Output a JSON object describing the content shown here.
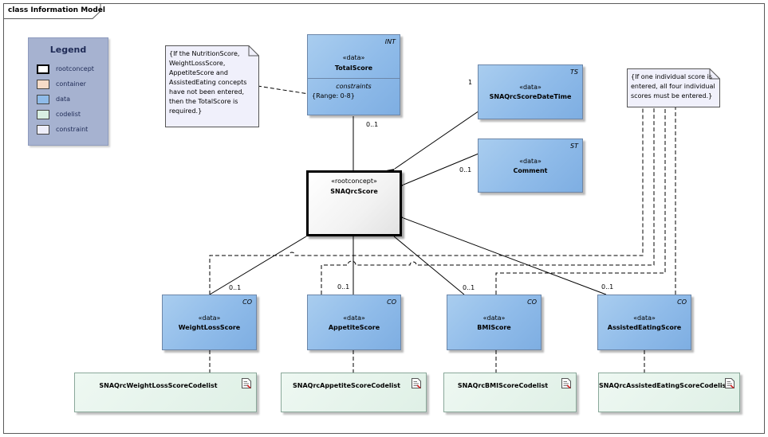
{
  "frame": {
    "title": "class Information Model"
  },
  "legend": {
    "title": "Legend",
    "items": [
      {
        "label": "rootconcept",
        "color": "#ffffff",
        "border": "#000000"
      },
      {
        "label": "container",
        "color": "#f6dcc8",
        "border": "#555555"
      },
      {
        "label": "data",
        "color": "#8fbbe9",
        "border": "#555555"
      },
      {
        "label": "codelist",
        "color": "#d9efe2",
        "border": "#555555"
      },
      {
        "label": "constraint",
        "color": "#eeeefa",
        "border": "#555555"
      }
    ]
  },
  "root": {
    "stereotype": "«rootconcept»",
    "name": "SNAQrcScore"
  },
  "classes": {
    "total": {
      "stereotype": "«data»",
      "name": "TotalScore",
      "tag": "INT",
      "constraints_label": "constraints",
      "constraint": "{Range: 0-8}"
    },
    "datetime": {
      "stereotype": "«data»",
      "name": "SNAQrcScoreDateTime",
      "tag": "TS"
    },
    "comment": {
      "stereotype": "«data»",
      "name": "Comment",
      "tag": "ST"
    },
    "weight": {
      "stereotype": "«data»",
      "name": "WeightLossScore",
      "tag": "CO"
    },
    "appetite": {
      "stereotype": "«data»",
      "name": "AppetiteScore",
      "tag": "CO"
    },
    "bmi": {
      "stereotype": "«data»",
      "name": "BMIScore",
      "tag": "CO"
    },
    "assisted": {
      "stereotype": "«data»",
      "name": "AssistedEatingScore",
      "tag": "CO"
    }
  },
  "codelists": {
    "weight": "SNAQrcWeightLossScoreCodelist",
    "appetite": "SNAQrcAppetiteScoreCodelist",
    "bmi": "SNAQrcBMIScoreCodelist",
    "assisted": "SNAQrcAssistedEatingScoreCodelist"
  },
  "notes": {
    "total": "{If the NutritionScore,\nWeightLossScore,\nAppetiteScore and\nAssistedEating concepts\nhave not been entered,\nthen the TotalScore is\nrequired.}",
    "individual": "{If one individual score is\nentered, all four individual\nscores must be entered.}"
  },
  "multiplicities": {
    "total": "0..1",
    "datetime": "1",
    "comment": "0..1",
    "weight": "0..1",
    "appetite": "0..1",
    "bmi": "0..1",
    "assisted": "0..1"
  }
}
